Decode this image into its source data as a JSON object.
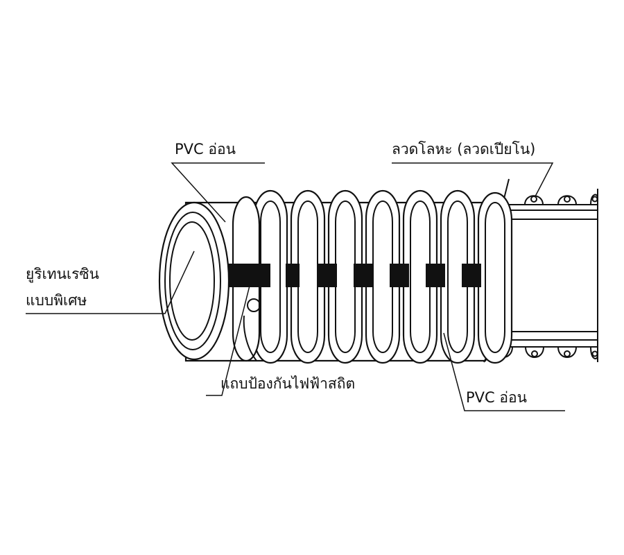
{
  "labels": {
    "outer_pvc": "PVC อ่อน",
    "steel_wire": "ลวดโลหะ (ลวดเปียโน)",
    "resin_line1": "ยูริเทนเรซิน",
    "resin_line2": "แบบพิเศษ",
    "antistatic": "แถบป้องกันไฟฟ้าสถิต",
    "inner_pvc": "PVC อ่อน"
  },
  "colors": {
    "line": "#111111",
    "stripe": "#111111",
    "background": "#ffffff"
  }
}
